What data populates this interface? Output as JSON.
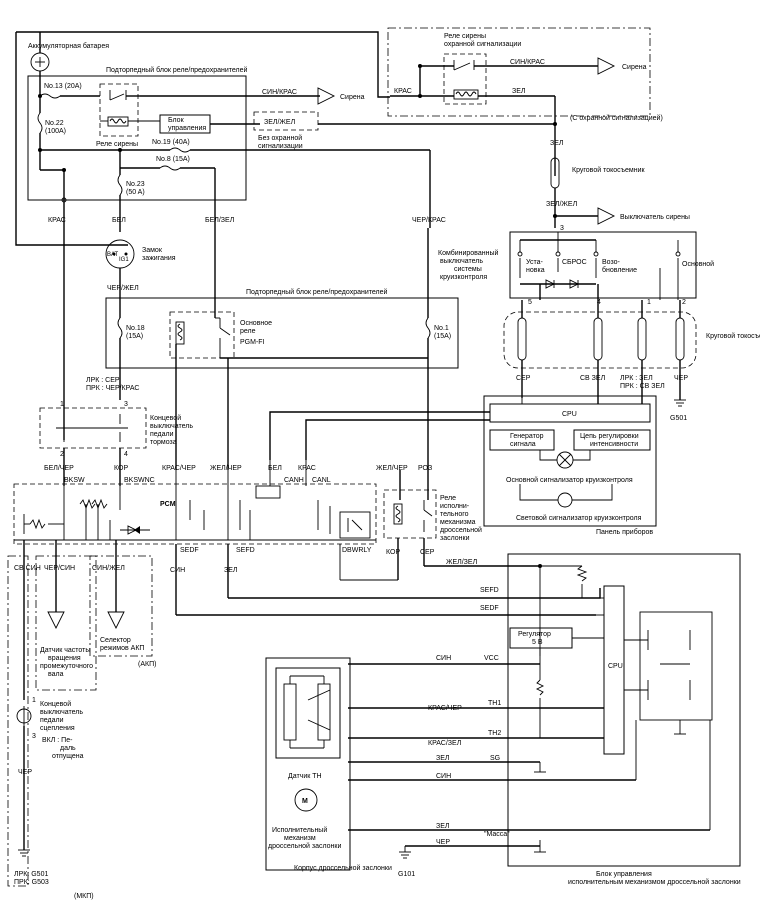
{
  "battery": {
    "label": "Аккумуляторная батарея"
  },
  "relay_block_top": {
    "title": "Подторпедный блок реле/предохранителей",
    "fuse13": "No.13 (20A)",
    "fuse22_line1": "No.22",
    "fuse22_line2": "(100A)",
    "fuse19": "No.19 (40A)",
    "fuse8": "No.8 (15A)",
    "fuse23_line1": "No.23",
    "fuse23_line2": "(50 A)",
    "ctrl_line1": "Блок",
    "ctrl_line2": "управления",
    "siren_relay": "Реле сирены"
  },
  "siren_relay_box": {
    "title_line1": "Реле сирены",
    "title_line2": "охранной сигнализации",
    "sin_kras": "СИН/КРАС",
    "siren": "Сирена",
    "kras": "КРАС",
    "zel": "ЗЕЛ",
    "note": "(С охранной сигнализацией)"
  },
  "mid_labels": {
    "sin_kras": "СИН/КРАС",
    "siren": "Сирена",
    "zel_zhel": "ЗЕЛ/ЖЕЛ",
    "no_alarm_line1": "Без охранной",
    "no_alarm_line2": "сигнализации",
    "kras": "КРАС",
    "bel": "БЕЛ",
    "bel_zel": "БЕЛ/ЗЕЛ",
    "cher_kras": "ЧЕР/КРАС",
    "zel": "ЗЕЛ",
    "zel_zhel2": "ЗЕЛ/ЖЕЛ",
    "horn_switch": "Выключатель сирены",
    "clock_spring_top": "Круговой токосъемник"
  },
  "ignition": {
    "bat": "BAT",
    "ig1": "IG1",
    "label_line1": "Замок",
    "label_line2": "зажигания",
    "cher_zhel": "ЧЕР/ЖЕЛ"
  },
  "cruise_switch": {
    "title_line1": "Комбинированный",
    "title_line2": "выключатель",
    "title_line3": "системы",
    "title_line4": "круизконтроля",
    "set_line1": "Уста-",
    "set_line2": "новка",
    "reset": "СБРОС",
    "resume_line1": "Возо-",
    "resume_line2": "бновление",
    "main": "Основной",
    "pin3": "3",
    "pin5": "5",
    "pin4": "4",
    "pin1": "1",
    "pin2": "2",
    "clock_spring": "Круговой токосъемник"
  },
  "relay_block_mid": {
    "title": "Подторпедный  блок  реле/предохранителей",
    "fuse18_line1": "No.18",
    "fuse18_line2": "(15A)",
    "fuse1_line1": "No.1",
    "fuse1_line2": "(15A)",
    "main_relay_line1": "Основное",
    "main_relay_line2": "реле",
    "main_relay_line3": "PGM-FI"
  },
  "wires_right": {
    "ser": "СЕР",
    "sv_zel": "СВ ЗЕЛ",
    "lrk_zel": "ЛРК : ЗЕЛ",
    "prk_sv_zel": "ПРК : СВ ЗЕЛ",
    "cher": "ЧЕР",
    "g501": "G501"
  },
  "brake": {
    "lrk": "ЛРК : СЕР",
    "prk": "ПРК : ЧЕР/КРАС",
    "pin1": "1",
    "pin3": "3",
    "pin2": "2",
    "pin4": "4",
    "label_line1": "Концевой",
    "label_line2": "выключатель",
    "label_line3": "педали",
    "label_line4": "тормоза"
  },
  "dashboard": {
    "cpu": "CPU",
    "gen_line1": "Генератор",
    "gen_line2": "сигнала",
    "reg_line1": "Цепь регулировки",
    "reg_line2": "интенсивности",
    "main_ind": "Основной сигнализатор круизконтроля",
    "light_ind": "Световой сигнализатор круизконтроля",
    "panel": "Панель приборов"
  },
  "pcm": {
    "label": "PCM",
    "wires": [
      "БЕЛ/ЧЕР",
      "КОР",
      "КРАС/ЧЕР",
      "ЖЕЛ/ЧЕР",
      "БЕЛ",
      "КРАС",
      "ЖЕЛ/ЧЕР",
      "РОЗ"
    ],
    "pins": [
      "BKSW",
      "BKSWNC",
      "CANH",
      "CANL"
    ],
    "bottom": [
      "SEDF",
      "SEFD",
      "DBWRLY"
    ],
    "bottom_wires": [
      "СИН",
      "ЗЕЛ",
      "КОР",
      "СЕР"
    ]
  },
  "actuator_relay": {
    "line1": "Реле",
    "line2": "исполни-",
    "line3": "тельного",
    "line4": "механизма",
    "line5": "дроссельной",
    "line6": "заслонки"
  },
  "left_bottom": {
    "sv_sin": "СВ СИН",
    "cher_sin": "ЧЕР/СИН",
    "sin_zhel": "СИН/ЖЕЛ",
    "shaft_line1": "Датчик частоты",
    "shaft_line2": "вращения",
    "shaft_line3": "промежуточного",
    "shaft_line4": "вала",
    "selector_line1": "Селектор",
    "selector_line2": "режимов АКП",
    "akp": "(АКП)",
    "clutch_line1": "Концевой",
    "clutch_line2": "выключатель",
    "clutch_line3": "педали",
    "clutch_line4": "сцепления",
    "on": "ВКЛ : Пе-",
    "on2": "даль",
    "on3": "отпущена",
    "p1": "1",
    "p3": "3",
    "cher": "ЧЕР",
    "ground_line1": "ЛРК: G501",
    "ground_line2": "ПРК: G503",
    "mkp": "(МКП)"
  },
  "throttle_wires": {
    "zhel_zel": "ЖЕЛ/ЗЕЛ",
    "sefd": "SEFD",
    "sedf": "SEDF",
    "regulator_line1": "Регулятор",
    "regulator_line2": "5 В",
    "cpu": "CPU",
    "sin": "СИН",
    "vcc": "VCC",
    "kras_cher": "КРАС/ЧЕР",
    "th1": "TH1",
    "kras_zel": "КРАС/ЗЕЛ",
    "th2": "TH2",
    "zel": "ЗЕЛ",
    "sg": "SG",
    "sin2": "СИН",
    "zel2": "ЗЕЛ",
    "massa": "\"Масса\"",
    "cher": "ЧЕР",
    "g101": "G101"
  },
  "throttle_body": {
    "sensor": "Датчик TH",
    "motor": "M",
    "act_line1": "Исполнительный",
    "act_line2": "механизм",
    "act_line3": "дроссельной заслонки",
    "body": "Корпус дроссельной заслонки"
  },
  "ecu_bottom": {
    "line1": "Блок управления",
    "line2": "исполнительным механизмом дроссельной заслонки"
  }
}
